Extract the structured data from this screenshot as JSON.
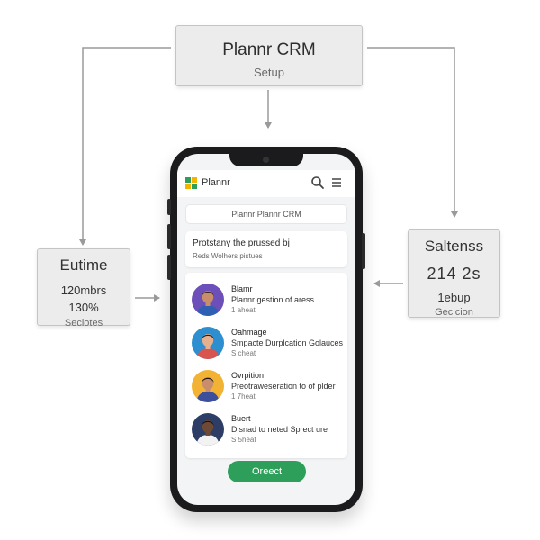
{
  "diagram": {
    "top_box": {
      "title": "Plannr CRM",
      "subtitle": "Setup"
    },
    "left_box": {
      "title": "Eutime",
      "line1": "120mbrs",
      "line2": "130%",
      "line3": "Seclotes"
    },
    "right_box": {
      "title": "Saltenss",
      "line1": "214 2s",
      "line2": "1ebup",
      "line3": "Geclcion"
    }
  },
  "app": {
    "name": "Plannr",
    "title_bar": "Plannr Plannr CRM",
    "summary": {
      "title": "Protstany the prussed bj",
      "subtitle": "Reds Wolhers pistues"
    },
    "contacts": [
      {
        "name": "Blamr",
        "desc": "Plannr gestion of aress",
        "meta": "1 aheat",
        "avatar_bg": "#6c4fb8",
        "skin": "#c88e6b",
        "hair": "#3b2a20",
        "shirt": "#2f5fb3"
      },
      {
        "name": "Oahmage",
        "desc": "Smpacte Durplcation Golauces",
        "meta": "S cheat",
        "avatar_bg": "#2d8fcf",
        "skin": "#e6b08e",
        "hair": "#2a1c16",
        "shirt": "#d9534f"
      },
      {
        "name": "Ovrpition",
        "desc": "Preotraweseration to of plder",
        "meta": "1 7heat",
        "avatar_bg": "#f2b233",
        "skin": "#c88e6b",
        "hair": "#1e1714",
        "shirt": "#3b4f9a"
      },
      {
        "name": "Buert",
        "desc": "Disnad to neted Sprect ure",
        "meta": "S 5heat",
        "avatar_bg": "#2d3d66",
        "skin": "#6e4a35",
        "hair": "#1a1210",
        "shirt": "#f2f2f2"
      }
    ],
    "primary_button": "Oreect"
  },
  "colors": {
    "accent": "#2e9f5b",
    "box_bg": "#ececec",
    "connector": "#9a9a9a"
  }
}
